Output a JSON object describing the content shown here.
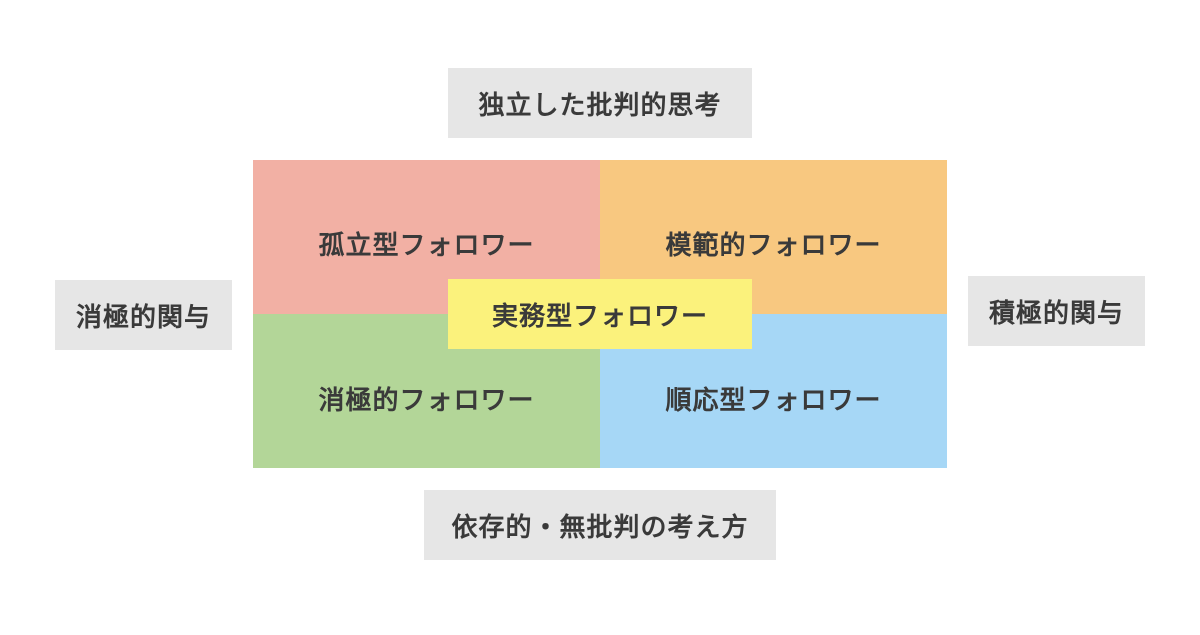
{
  "axis": {
    "top": "独立した批判的思考",
    "bottom": "依存的・無批判の考え方",
    "left": "消極的関与",
    "right": "積極的関与"
  },
  "quadrants": {
    "top_left": "孤立型フォロワー",
    "top_right": "模範的フォロワー",
    "bottom_left": "消極的フォロワー",
    "bottom_right": "順応型フォロワー"
  },
  "center": "実務型フォロワー",
  "colors": {
    "top_left": "#f2b0a4",
    "top_right": "#f8c880",
    "bottom_left": "#b3d698",
    "bottom_right": "#a6d7f6",
    "center": "#fbf27c",
    "axis_label_bg": "#e6e6e6"
  }
}
